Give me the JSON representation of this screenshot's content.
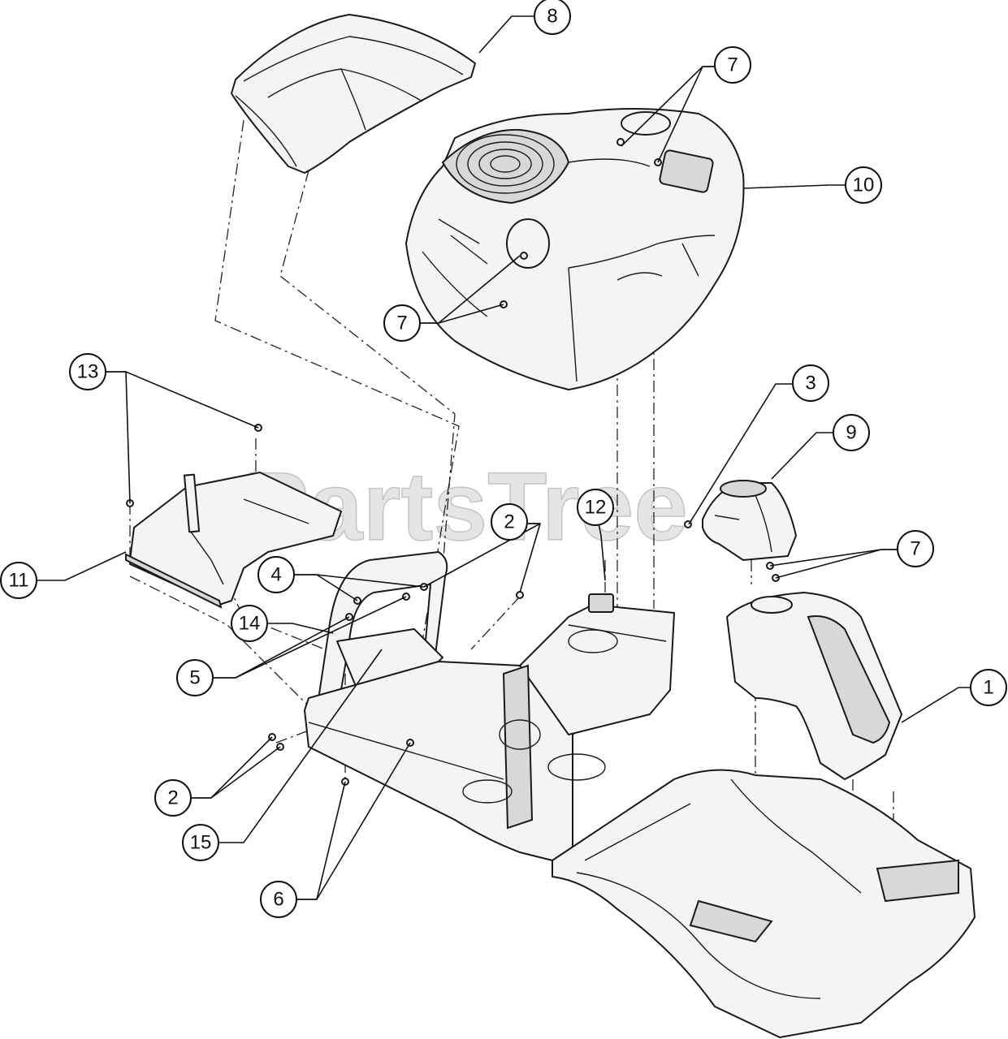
{
  "watermark": "PartsTree",
  "callouts": [
    {
      "id": "c8",
      "label": "8"
    },
    {
      "id": "c7a",
      "label": "7"
    },
    {
      "id": "c10",
      "label": "10"
    },
    {
      "id": "c7b",
      "label": "7"
    },
    {
      "id": "c13",
      "label": "13"
    },
    {
      "id": "c3",
      "label": "3"
    },
    {
      "id": "c9",
      "label": "9"
    },
    {
      "id": "c2a",
      "label": "2"
    },
    {
      "id": "c12",
      "label": "12"
    },
    {
      "id": "c7c",
      "label": "7"
    },
    {
      "id": "c11",
      "label": "11"
    },
    {
      "id": "c4",
      "label": "4"
    },
    {
      "id": "c14",
      "label": "14"
    },
    {
      "id": "c5",
      "label": "5"
    },
    {
      "id": "c1",
      "label": "1"
    },
    {
      "id": "c2b",
      "label": "2"
    },
    {
      "id": "c15",
      "label": "15"
    },
    {
      "id": "c6",
      "label": "6"
    }
  ]
}
